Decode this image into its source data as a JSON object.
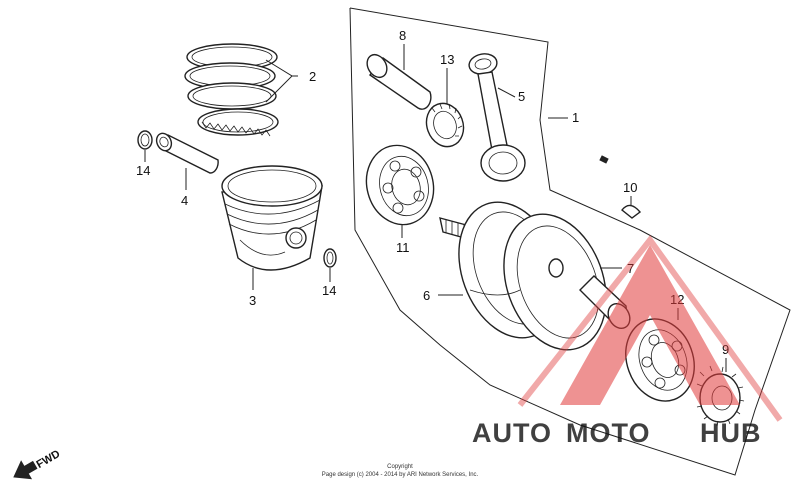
{
  "diagram": {
    "callouts": [
      {
        "id": "c1",
        "text": "1"
      },
      {
        "id": "c2",
        "text": "2"
      },
      {
        "id": "c3",
        "text": "3"
      },
      {
        "id": "c4",
        "text": "4"
      },
      {
        "id": "c5",
        "text": "5"
      },
      {
        "id": "c6",
        "text": "6"
      },
      {
        "id": "c7",
        "text": "7"
      },
      {
        "id": "c8",
        "text": "8"
      },
      {
        "id": "c9",
        "text": "9"
      },
      {
        "id": "c10",
        "text": "10"
      },
      {
        "id": "c11",
        "text": "11"
      },
      {
        "id": "c12",
        "text": "12"
      },
      {
        "id": "c13",
        "text": "13"
      },
      {
        "id": "c14a",
        "text": "14"
      },
      {
        "id": "c14b",
        "text": "14"
      }
    ],
    "fwd_label": "FWD",
    "copyright_line1": "Copyright",
    "copyright_line2": "Page design (c) 2004 - 2014 by ARI Network Services, Inc."
  },
  "watermark": {
    "part1": "AUTO",
    "part2": "MOTO",
    "part3": "HUB",
    "colors": {
      "orange": "#f0a030",
      "red": "#e03c3c",
      "gray": "#8a8a8a"
    }
  }
}
